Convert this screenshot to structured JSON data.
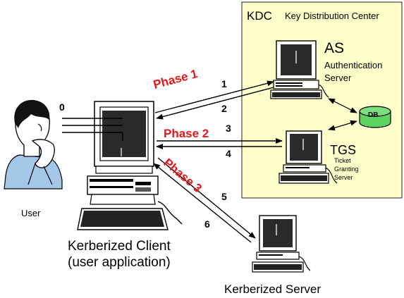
{
  "kdc": {
    "abbr": "KDC",
    "title": "Key Distribution Center",
    "as": {
      "abbr": "AS",
      "line1": "Authentication",
      "line2": "Server"
    },
    "tgs": {
      "abbr": "TGS",
      "line1": "Ticket",
      "line2": "Granting",
      "line3": "Server"
    },
    "db": "DB"
  },
  "user": {
    "label": "User"
  },
  "client": {
    "line1": "Kerberized Client",
    "line2": "(user application)"
  },
  "server": {
    "label": "Kerberized Server"
  },
  "phases": [
    "Phase 1",
    "Phase 2",
    "Phase 3"
  ],
  "steps": [
    "0",
    "1",
    "2",
    "3",
    "4",
    "5",
    "6"
  ],
  "colors": {
    "kdc_fill": "#ffffcc",
    "phase_text": "#e8141a",
    "db_fill": "#5fd35f"
  }
}
